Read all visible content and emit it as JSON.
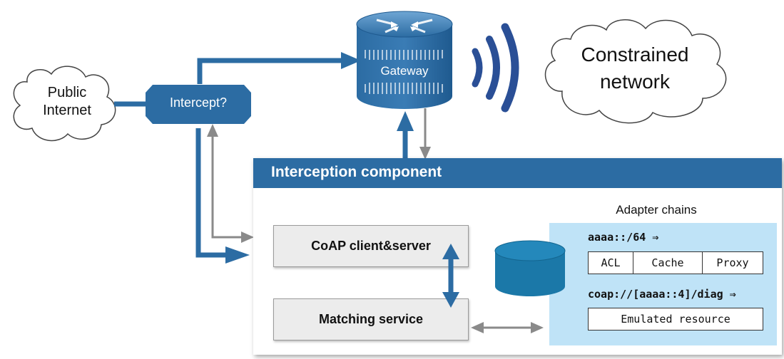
{
  "public_internet": {
    "line1": "Public",
    "line2": "Internet"
  },
  "intercept_node": {
    "label": "Intercept?"
  },
  "gateway": {
    "label": "Gateway"
  },
  "constrained_network": {
    "line1": "Constrained",
    "line2": "network"
  },
  "component": {
    "title": "Interception component"
  },
  "services": {
    "coap": "CoAP client&server",
    "matching": "Matching service"
  },
  "adapter_chains": {
    "heading": "Adapter chains",
    "chains": [
      {
        "route": "aaaa::/64 ⇒",
        "adapters": [
          "ACL",
          "Cache",
          "Proxy"
        ]
      },
      {
        "route": "coap://[aaaa::4]/diag ⇒",
        "adapters": [
          "Emulated resource"
        ]
      }
    ]
  },
  "colors": {
    "primary_blue": "#2c6ca3",
    "dark_blue": "#1f5a8f",
    "light_blue_bg": "#bfe3f7",
    "arrow_gray": "#8a8a8a"
  },
  "icons": {
    "gateway": "router-icon",
    "wireless": "wifi-signal-icon",
    "store": "database-icon"
  }
}
